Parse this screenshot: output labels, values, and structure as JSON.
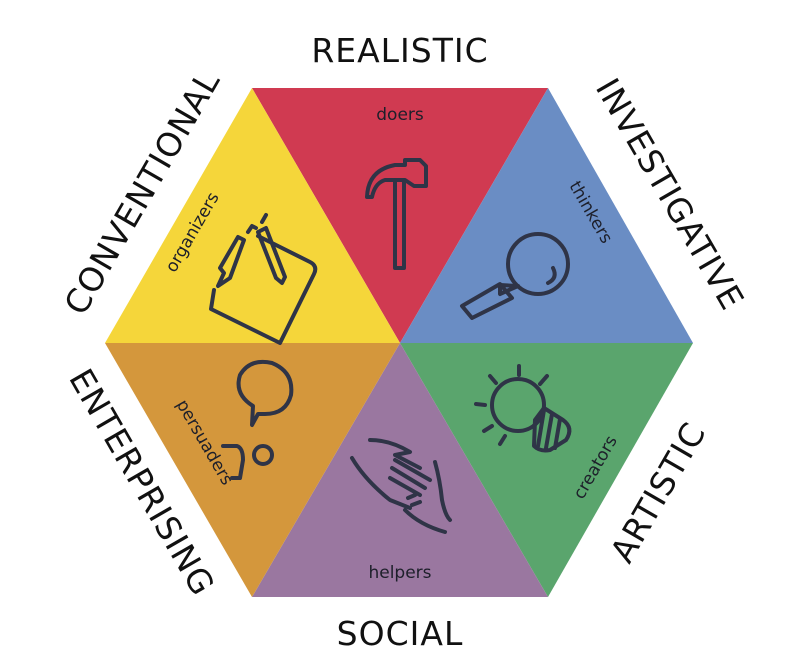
{
  "title": "RIASEC Holland Codes",
  "colors": {
    "realistic": "#d03a51",
    "investigative": "#6a8dc4",
    "artistic": "#5aa56d",
    "social": "#9a77a0",
    "enterprising": "#d4973c",
    "conventional": "#f5d63a",
    "icon": "#2f3447"
  },
  "types": [
    {
      "name": "REALISTIC",
      "role": "doers",
      "icon": "hammer-icon"
    },
    {
      "name": "INVESTIGATIVE",
      "role": "thinkers",
      "icon": "magnifying-glass-icon"
    },
    {
      "name": "ARTISTIC",
      "role": "creators",
      "icon": "lightbulb-icon"
    },
    {
      "name": "SOCIAL",
      "role": "helpers",
      "icon": "helping-hands-icon"
    },
    {
      "name": "ENTERPRISING",
      "role": "persuaders",
      "icon": "speech-person-icon"
    },
    {
      "name": "CONVENTIONAL",
      "role": "organizers",
      "icon": "clipboard-pencil-icon"
    }
  ]
}
